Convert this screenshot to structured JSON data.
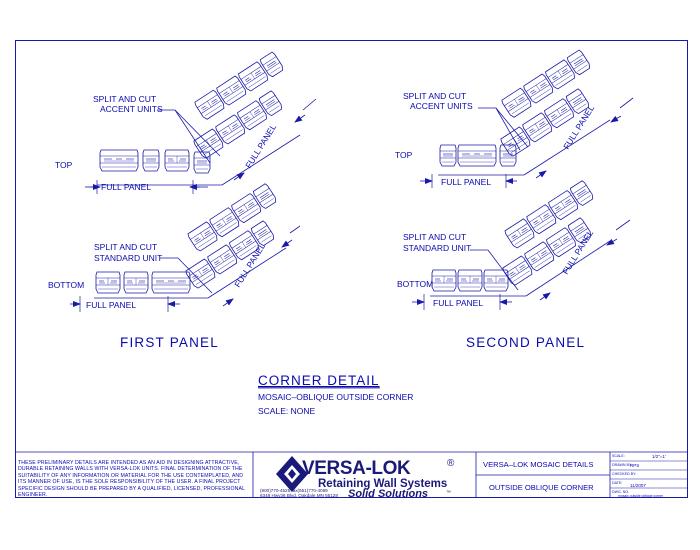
{
  "drawing": {
    "first_panel": {
      "title": "FIRST PANEL",
      "top": {
        "row_label": "TOP",
        "accent_label_line1": "SPLIT AND CUT",
        "accent_label_line2": "ACCENT UNITS",
        "full_panel_left": "FULL PANEL",
        "full_panel_right": "FULL PANEL"
      },
      "bottom": {
        "row_label": "BOTTOM",
        "standard_label_line1": "SPLIT AND CUT",
        "standard_label_line2": "STANDARD UNIT",
        "full_panel_left": "FULL PANEL",
        "full_panel_right": "FULL PANEL"
      }
    },
    "second_panel": {
      "title": "SECOND PANEL",
      "top": {
        "row_label": "TOP",
        "accent_label_line1": "SPLIT AND CUT",
        "accent_label_line2": "ACCENT UNITS",
        "full_panel_left": "FULL PANEL",
        "full_panel_right": "FULL PANEL"
      },
      "bottom": {
        "row_label": "BOTTOM",
        "standard_label_line1": "SPLIT AND CUT",
        "standard_label_line2": "STANDARD UNIT",
        "full_panel_left": "FULL PANEL",
        "full_panel_right": "FULL PANEL"
      }
    },
    "detail": {
      "title": "CORNER DETAIL",
      "subtitle": "MOSAIC–OBLIQUE OUTSIDE CORNER",
      "scale": "SCALE: NONE"
    }
  },
  "title_block": {
    "disclaimer": "THESE PRELIMINARY DETAILS ARE INTENDED AS AN AID IN DESIGNING ATTRACTIVE, DURABLE RETAINING WALLS WITH VERSA-LOK UNITS.  FINAL DETERMINATION OF THE SUITABILITY OF ANY INFORMATION OR MATERIAL FOR THE USE CONTEMPLATED, AND ITS MANNER OF USE, IS THE SOLE RESPONSIBILITY OF THE USER.  A FINAL PROJECT SPECIFIC DESIGN SHOULD BE PREPARED BY A QUALIFIED, LICENSED, PROFESSIONAL ENGINEER.",
    "brand": "VERSA-LOK",
    "brand_mark": "®",
    "tagline": "Retaining Wall Systems",
    "contact_line1": "(800)770-4525  fax(651)770-4089",
    "contact_line2": "6348 Hwy36 Blvd, Oakdale,MN 55128",
    "slogan": "Solid Solutions",
    "slogan_mark": "™",
    "sheet_title1": "VERSA–LOK MOSAIC DETAILS",
    "sheet_title2": "OUTSIDE OBLIQUE CORNER",
    "scale_label": "SCALE:",
    "scale_value": "1/2\"=1'",
    "drawn_label": "DRAWN BY:",
    "drawn_value": "RPS",
    "checked_label": "CHECKED BY:",
    "checked_value": "",
    "date_label": "DATE:",
    "date_value": "11/2007",
    "dwg_label": "DWG. NO.",
    "dwg_value": "mosaic outside oblique corner"
  },
  "colors": {
    "line": "#1a1aa8",
    "ink": "#0a0ab0",
    "brand": "#1a1a78"
  }
}
